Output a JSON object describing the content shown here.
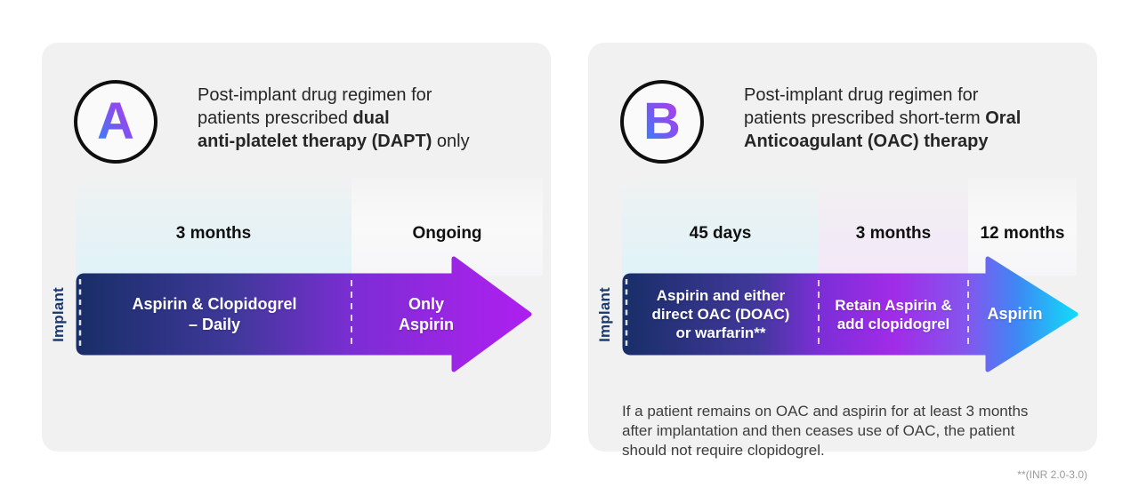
{
  "panel_a": {
    "badge": "A",
    "heading": {
      "line1": "Post-implant drug regimen for",
      "line2_normal": "patients prescribed ",
      "line2_bold": "dual",
      "line3_bold": "anti-platelet therapy (DAPT)",
      "line3_normal": " only"
    },
    "implant_label": "Implant",
    "durations": [
      "3 months",
      "Ongoing"
    ],
    "segments": [
      "Aspirin & Clopidogrel\n– Daily",
      "Only\nAspirin"
    ]
  },
  "panel_b": {
    "badge": "B",
    "heading": {
      "line1": "Post-implant drug regimen for",
      "line2_normal": "patients prescribed short-term ",
      "line2_bold": "Oral",
      "line3_bold": "Anticoagulant (OAC) therapy",
      "line3_normal": ""
    },
    "implant_label": "Implant",
    "durations": [
      "45 days",
      "3 months",
      "12 months"
    ],
    "segments": [
      "Aspirin and either\ndirect OAC (DOAC)\nor warfarin**",
      "Retain Aspirin &\nadd clopidogrel",
      "Aspirin"
    ],
    "footnote": "If a patient remains on OAC and aspirin for at least 3 months\nafter implantation and then ceases use of OAC, the patient\nshould not require clopidogrel.",
    "inr_note": "**(INR 2.0-3.0)"
  },
  "colors": {
    "panel_bg": "#f1f1f1",
    "arrow_navy": "#182e67",
    "arrow_purple": "#7c2dd4",
    "arrow_violet": "#ad1ff0",
    "arrow_blue": "#3e87f4",
    "arrow_cyan": "#12daf8",
    "badge_gradient_start": "#3e7cf6",
    "badge_gradient_end": "#ac3ef2",
    "implant_text": "#1c3a6e"
  }
}
